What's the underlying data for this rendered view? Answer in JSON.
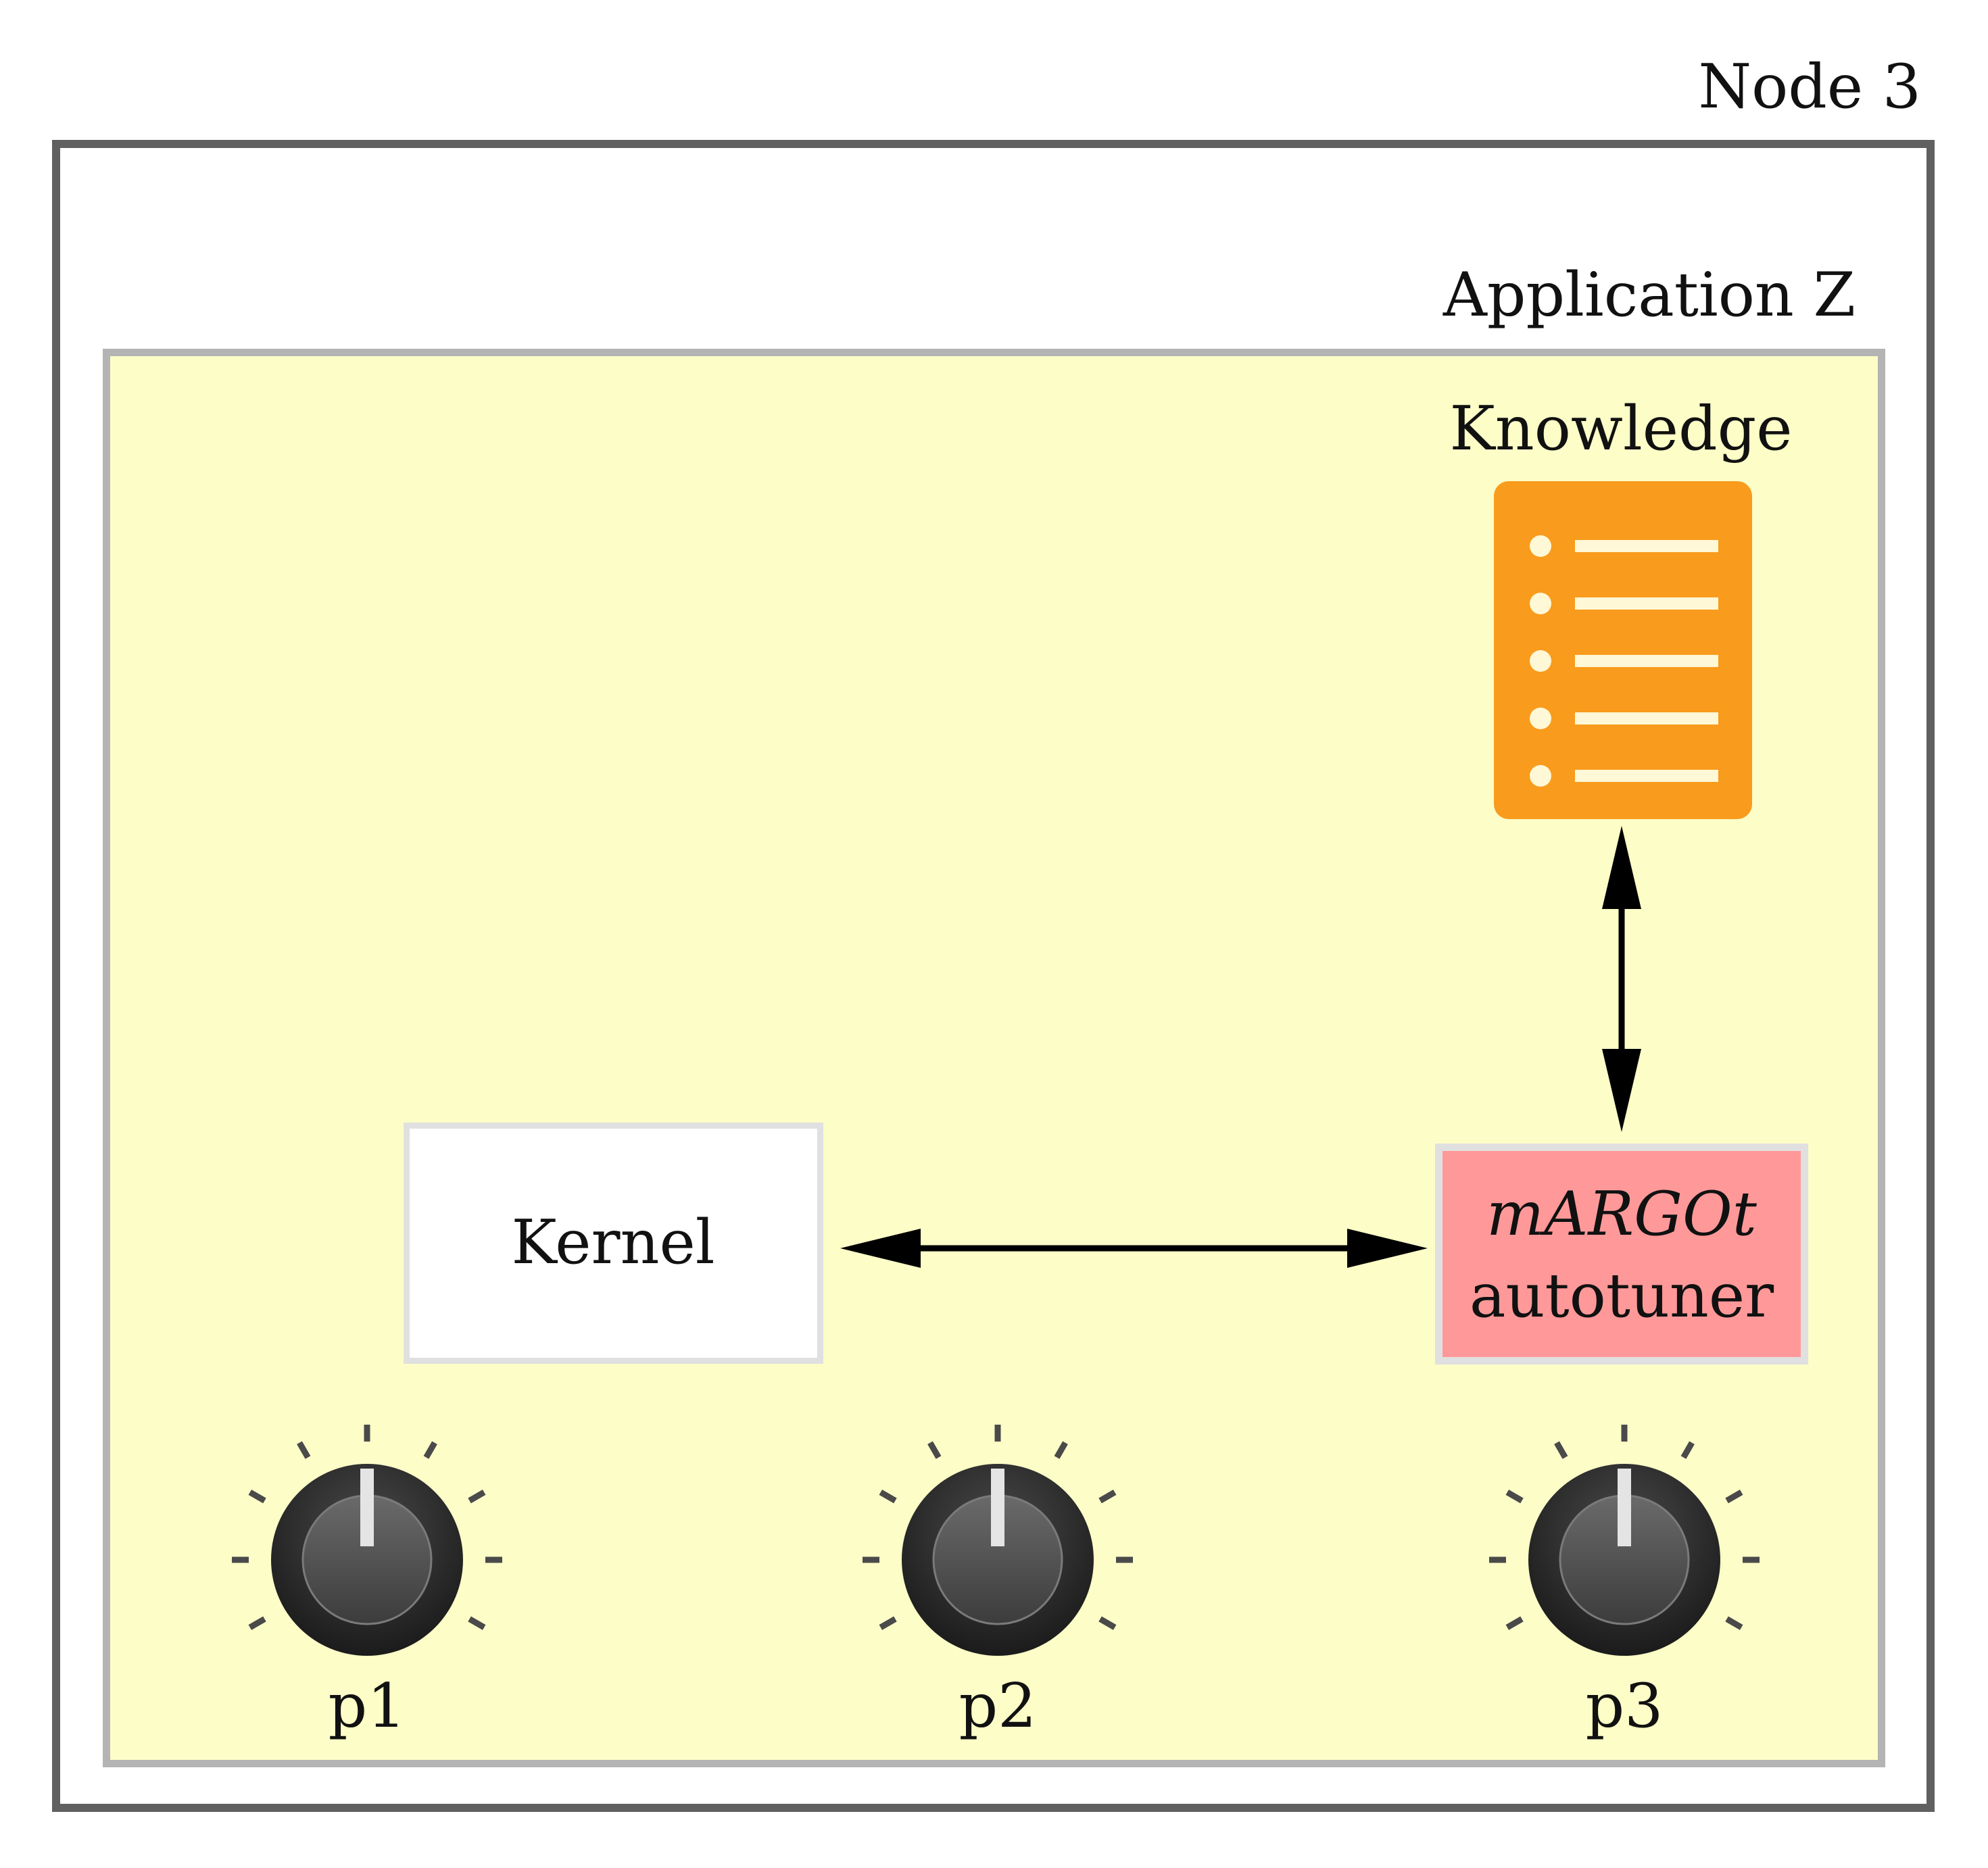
{
  "node": {
    "title": "Node 3"
  },
  "application": {
    "title": "Application Z"
  },
  "knowledge": {
    "title": "Knowledge",
    "icon": "document-list-icon",
    "color": "#f99b1c",
    "rows": 5
  },
  "kernel": {
    "label": "Kernel"
  },
  "margot": {
    "name": "mARGOt",
    "subtitle": "autotuner",
    "color": "#ff9999"
  },
  "knobs": [
    {
      "label": "p1"
    },
    {
      "label": "p2"
    },
    {
      "label": "p3"
    }
  ],
  "colors": {
    "app_background": "#fdfdc8",
    "node_border": "#606060",
    "app_border": "#b4b4b4"
  }
}
